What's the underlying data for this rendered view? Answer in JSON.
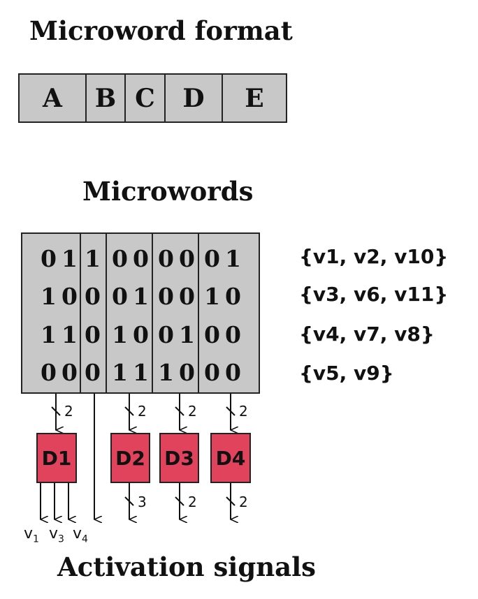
{
  "titles": {
    "format": "Microword format",
    "microwords": "Microwords",
    "activation": "Activation signals"
  },
  "format_fields": [
    "A",
    "B",
    "C",
    "D",
    "E"
  ],
  "microwords": [
    {
      "bits": [
        "0",
        "1",
        "1",
        "0",
        "0",
        "0",
        "0",
        "0",
        "1"
      ],
      "signals": "{v1, v2, v10}"
    },
    {
      "bits": [
        "1",
        "0",
        "0",
        "0",
        "1",
        "0",
        "0",
        "1",
        "0"
      ],
      "signals": "{v3, v6, v11}"
    },
    {
      "bits": [
        "1",
        "1",
        "0",
        "1",
        "0",
        "0",
        "1",
        "0",
        "0"
      ],
      "signals": "{v4, v7, v8}"
    },
    {
      "bits": [
        "0",
        "0",
        "0",
        "1",
        "1",
        "1",
        "0",
        "0",
        "0"
      ],
      "signals": "{v5, v9}"
    }
  ],
  "decoders": [
    {
      "label": "D1",
      "in_width": "2"
    },
    {
      "label": "D2",
      "in_width": "2",
      "out_width": "3"
    },
    {
      "label": "D3",
      "in_width": "2",
      "out_width": "2"
    },
    {
      "label": "D4",
      "in_width": "2",
      "out_width": "2"
    }
  ],
  "d1_outputs": [
    {
      "base": "v",
      "sub": "1"
    },
    {
      "base": "v",
      "sub": "3"
    },
    {
      "base": "v",
      "sub": "4"
    }
  ]
}
